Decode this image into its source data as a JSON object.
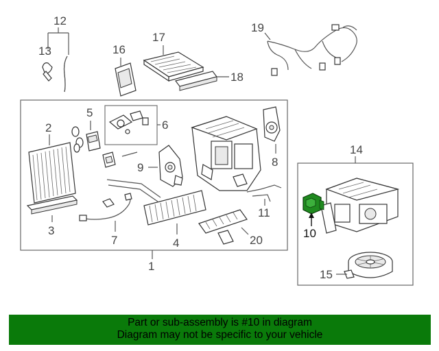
{
  "diagram": {
    "labels": {
      "p1": "1",
      "p2": "2",
      "p3": "3",
      "p4": "4",
      "p5": "5",
      "p6": "6",
      "p7": "7",
      "p8": "8",
      "p9": "9",
      "p10": "10",
      "p11": "11",
      "p12": "12",
      "p13": "13",
      "p14": "14",
      "p15": "15",
      "p16": "16",
      "p17": "17",
      "p18": "18",
      "p19": "19",
      "p20": "20"
    },
    "highlight_part": "10",
    "colors": {
      "highlight": "#1f8a1f",
      "banner": "#0a7a0a",
      "line": "#555555"
    }
  },
  "banner": {
    "line1": "Part or sub-assembly is #10 in diagram",
    "line2": "Diagram may not be specific to your vehicle"
  }
}
